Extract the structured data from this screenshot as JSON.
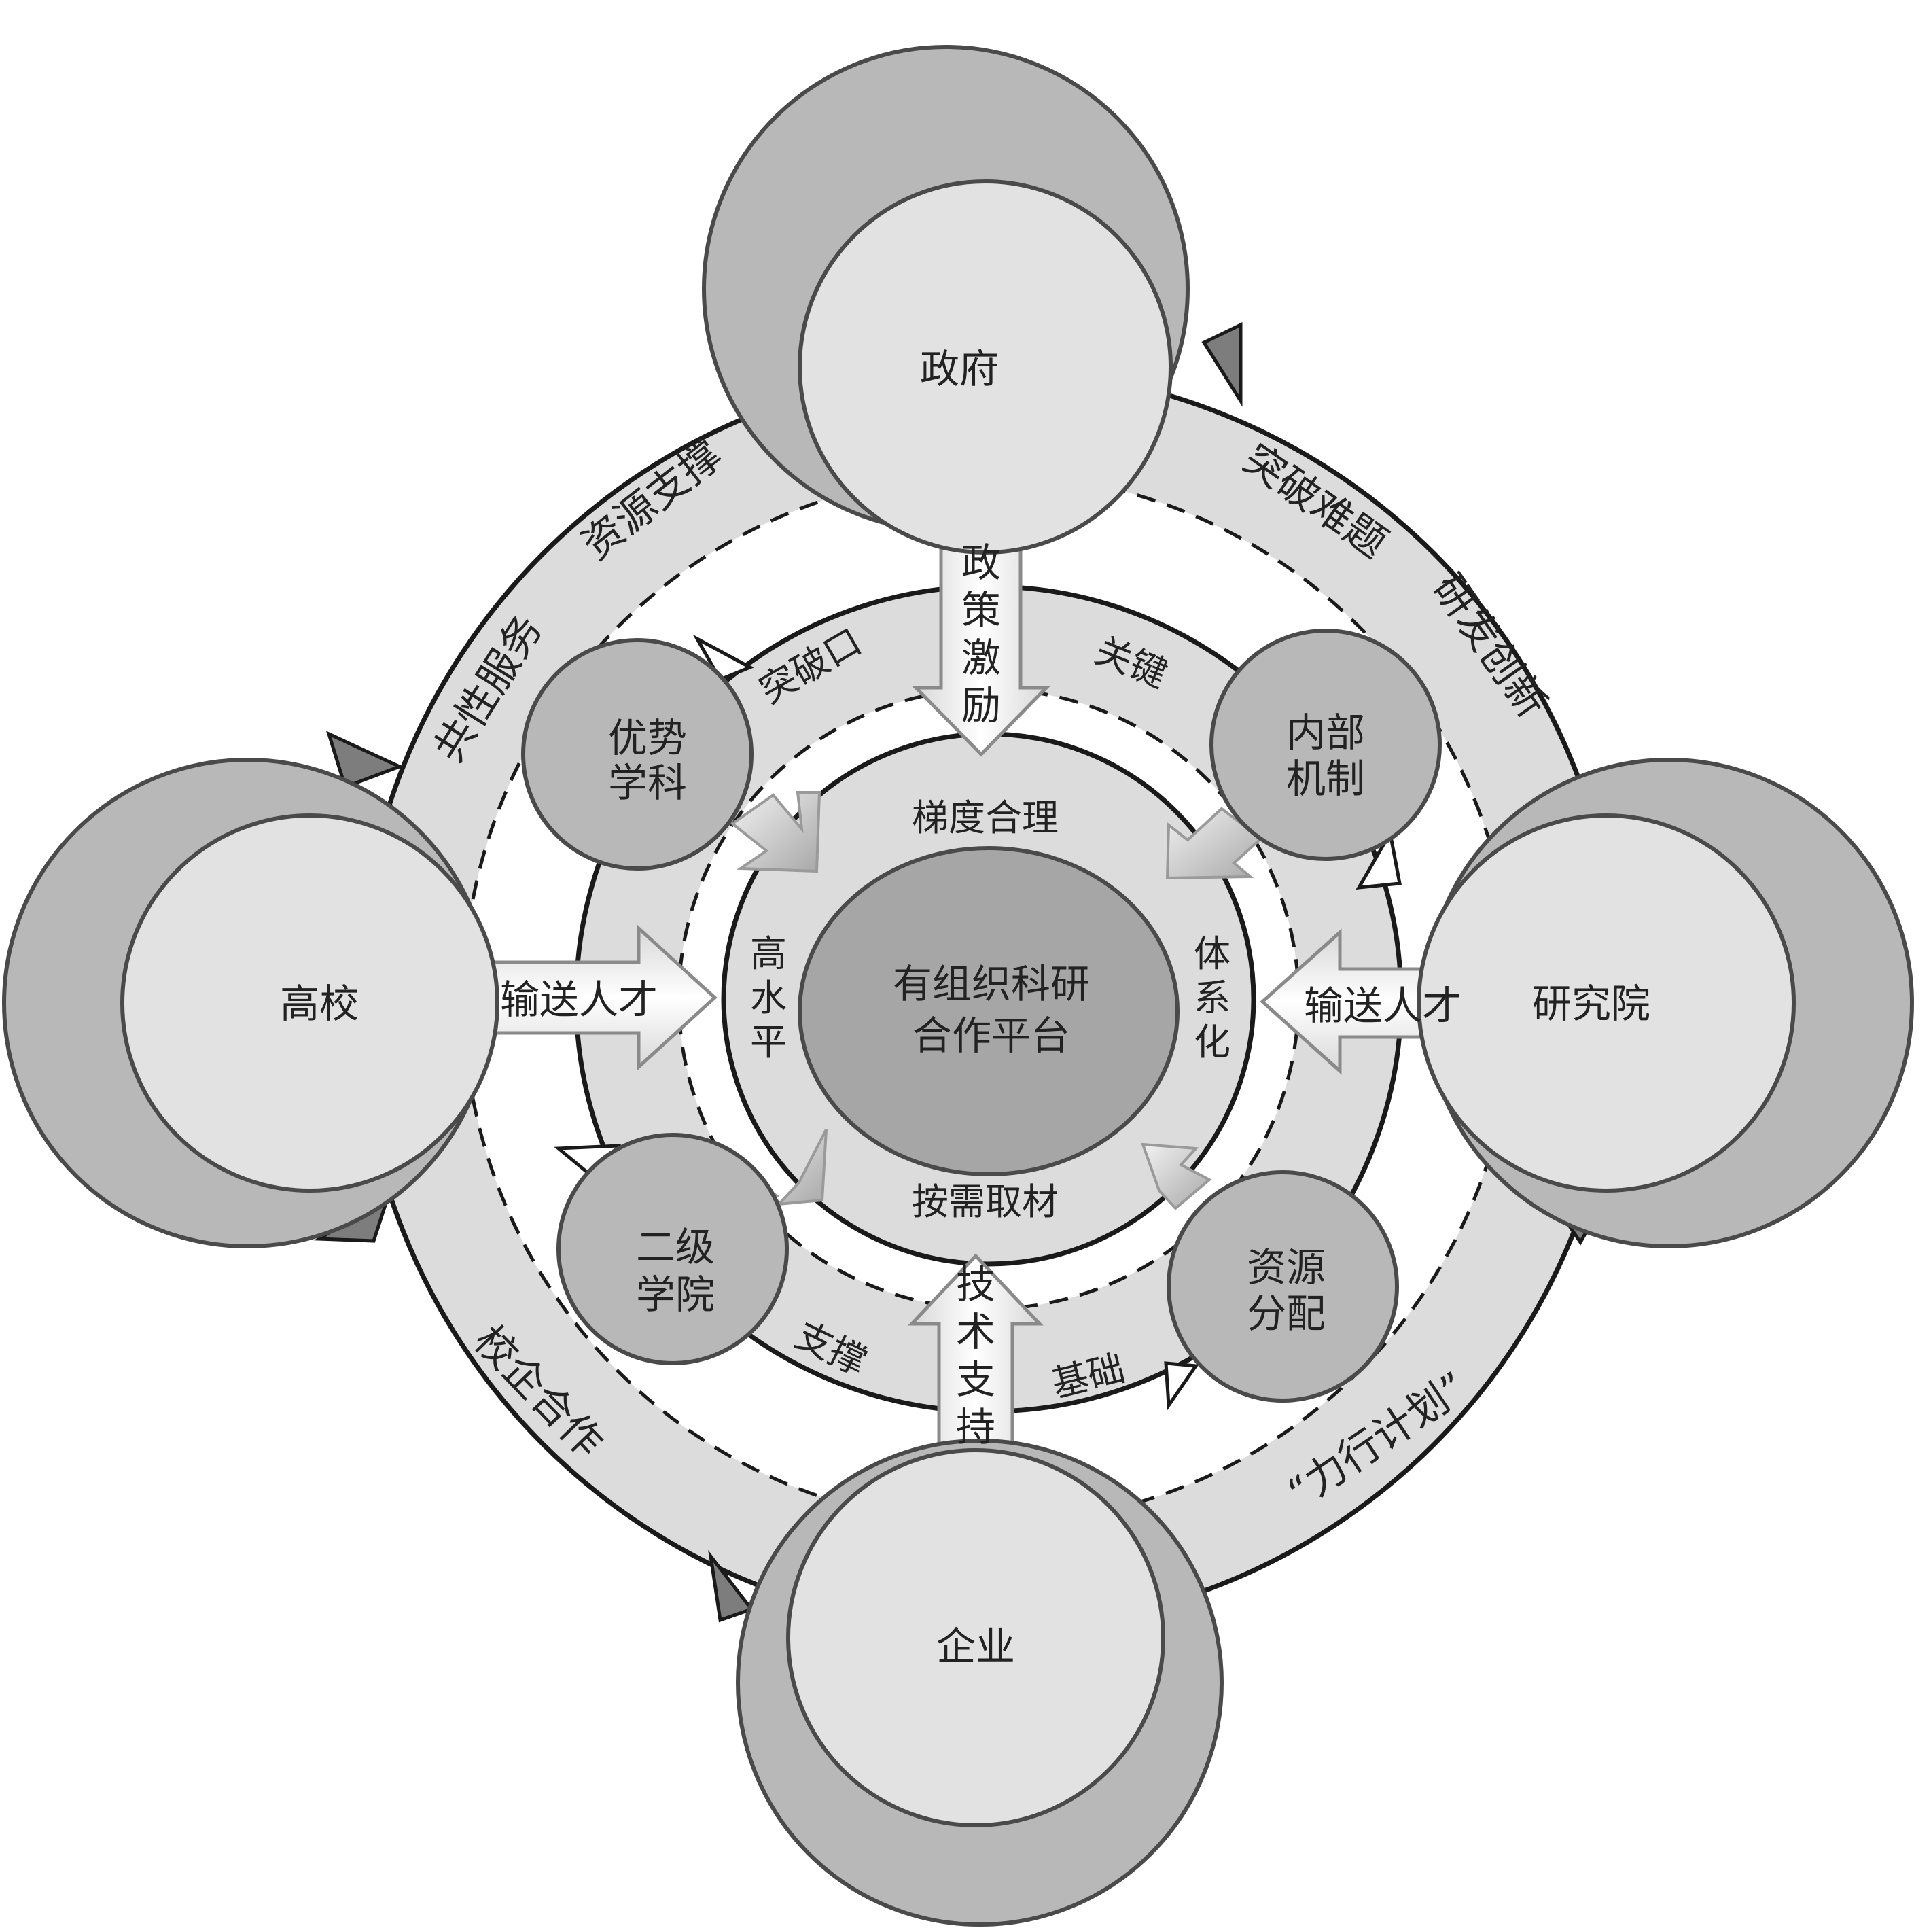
{
  "center": {
    "line1": "有组织科研",
    "line2": "合作平台"
  },
  "actors": {
    "government": "政府",
    "university": "高校",
    "institute": "研究院",
    "enterprise": "企业"
  },
  "outer_ring": {
    "top_left": [
      "共性服务",
      "资源支撑"
    ],
    "top_right": [
      "突破难题",
      "研发创新"
    ],
    "bottom_left": "校企合作",
    "bottom_right": "“力行计划”"
  },
  "middle_ring": {
    "breakthrough": "突破口",
    "key": "关键",
    "support": "支撑",
    "foundation": "基础"
  },
  "inner_ring": {
    "top": "梯度合理",
    "bottom": "按需取材",
    "left": [
      "高",
      "水",
      "平"
    ],
    "right": [
      "体",
      "系",
      "化"
    ]
  },
  "nodes": {
    "advantage_discipline": [
      "优势",
      "学科"
    ],
    "internal_mechanism": [
      "内部",
      "机制"
    ],
    "secondary_college": [
      "二级",
      "学院"
    ],
    "resource_allocation": [
      "资源",
      "分配"
    ]
  },
  "arrows": {
    "policy": [
      "政",
      "策",
      "激",
      "励"
    ],
    "tech": [
      "技",
      "术",
      "支",
      "持"
    ],
    "talent_left": "输送人才",
    "talent_right": "输送人才"
  }
}
